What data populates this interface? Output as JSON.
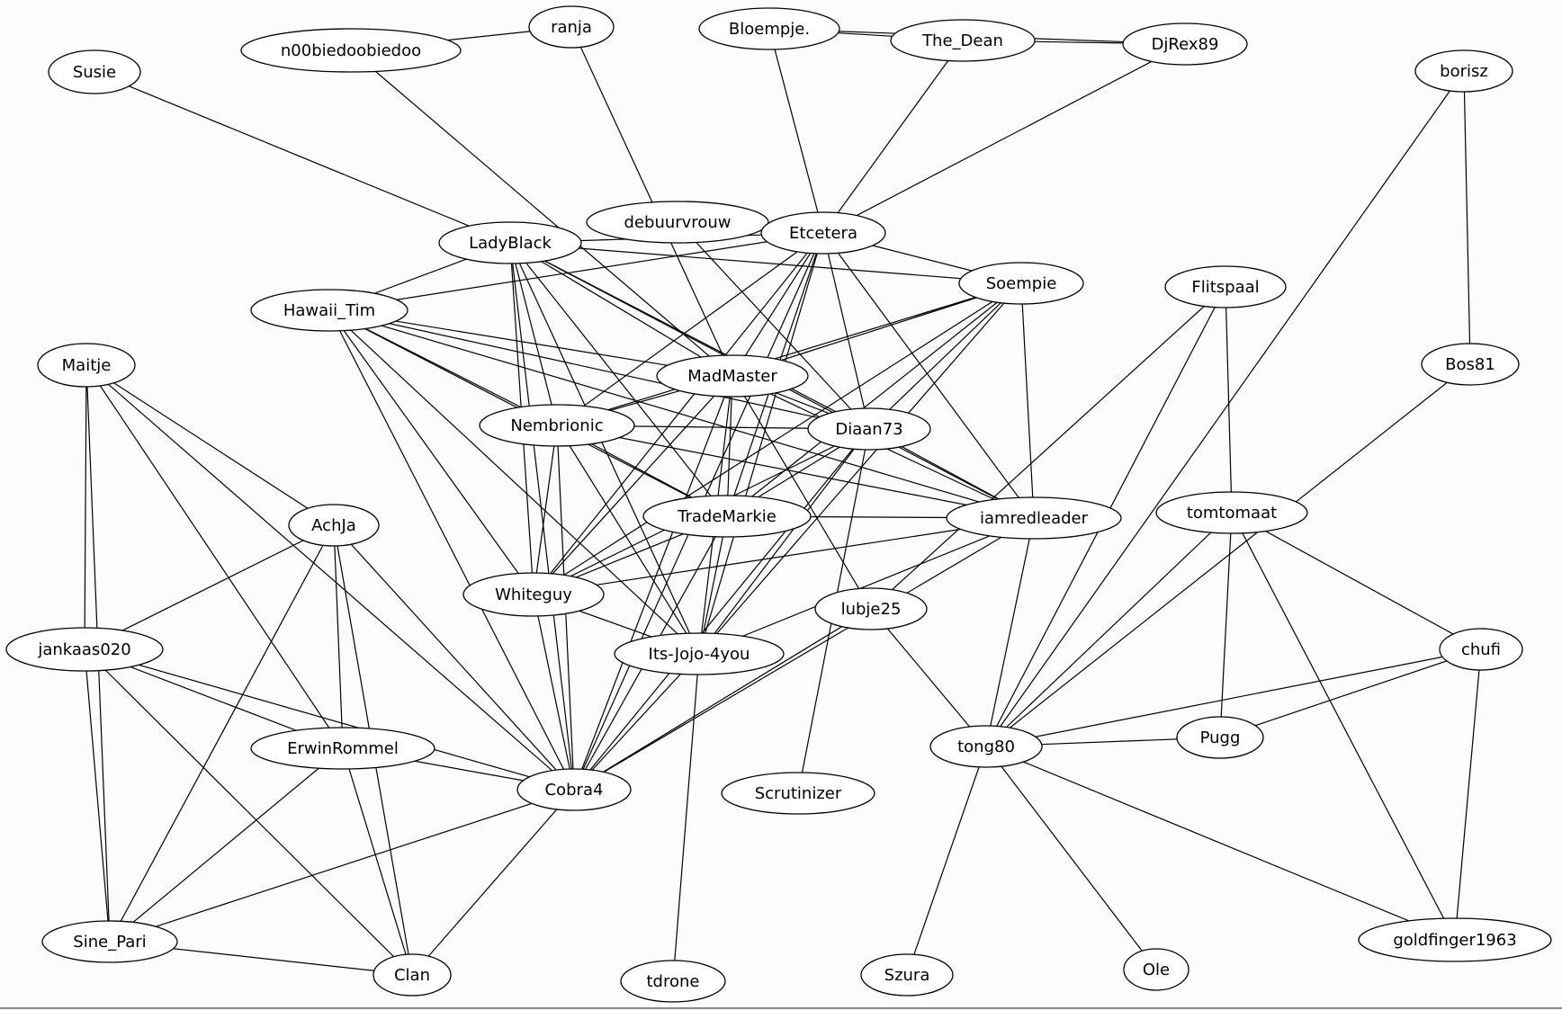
{
  "graph": {
    "nodes": [
      {
        "id": "n00biedoobiedoo",
        "label": "n00biedoobiedoo"
      },
      {
        "id": "ranja",
        "label": "ranja"
      },
      {
        "id": "bloempje",
        "label": "Bloempje."
      },
      {
        "id": "thedean",
        "label": "The_Dean"
      },
      {
        "id": "djrex89",
        "label": "DjRex89"
      },
      {
        "id": "borisz",
        "label": "borisz"
      },
      {
        "id": "susie",
        "label": "Susie"
      },
      {
        "id": "debuurvrouw",
        "label": "debuurvrouw"
      },
      {
        "id": "etcetera",
        "label": "Etcetera"
      },
      {
        "id": "ladyblack",
        "label": "LadyBlack"
      },
      {
        "id": "soempie",
        "label": "Soempie"
      },
      {
        "id": "flitspaal",
        "label": "Flitspaal"
      },
      {
        "id": "hawaiitim",
        "label": "Hawaii_Tim"
      },
      {
        "id": "bos81",
        "label": "Bos81"
      },
      {
        "id": "maitje",
        "label": "Maitje"
      },
      {
        "id": "madmaster",
        "label": "MadMaster"
      },
      {
        "id": "nembrionic",
        "label": "Nembrionic"
      },
      {
        "id": "diaan73",
        "label": "Diaan73"
      },
      {
        "id": "achja",
        "label": "AchJa"
      },
      {
        "id": "trademarkie",
        "label": "TradeMarkie"
      },
      {
        "id": "iamredleader",
        "label": "iamredleader"
      },
      {
        "id": "tomtomaat",
        "label": "tomtomaat"
      },
      {
        "id": "whiteguy",
        "label": "Whiteguy"
      },
      {
        "id": "lubje25",
        "label": "lubje25"
      },
      {
        "id": "jankaas020",
        "label": "jankaas020"
      },
      {
        "id": "itsjojo4you",
        "label": "Its-Jojo-4you"
      },
      {
        "id": "chufi",
        "label": "chufi"
      },
      {
        "id": "erwinrommel",
        "label": "ErwinRommel"
      },
      {
        "id": "tong80",
        "label": "tong80"
      },
      {
        "id": "pugg",
        "label": "Pugg"
      },
      {
        "id": "cobra4",
        "label": "Cobra4"
      },
      {
        "id": "scrutinizer",
        "label": "Scrutinizer"
      },
      {
        "id": "sinepari",
        "label": "Sine_Pari"
      },
      {
        "id": "goldfinger1963",
        "label": "goldfinger1963"
      },
      {
        "id": "clan",
        "label": "Clan"
      },
      {
        "id": "tdrone",
        "label": "tdrone"
      },
      {
        "id": "szura",
        "label": "Szura"
      },
      {
        "id": "ole",
        "label": "Ole"
      }
    ],
    "edges": [
      [
        "n00biedoobiedoo",
        "ranja"
      ],
      [
        "n00biedoobiedoo",
        "madmaster"
      ],
      [
        "ranja",
        "madmaster"
      ],
      [
        "bloempje",
        "thedean"
      ],
      [
        "bloempje",
        "djrex89"
      ],
      [
        "thedean",
        "djrex89"
      ],
      [
        "bloempje",
        "etcetera"
      ],
      [
        "thedean",
        "etcetera"
      ],
      [
        "djrex89",
        "etcetera"
      ],
      [
        "susie",
        "ladyblack"
      ],
      [
        "borisz",
        "bos81"
      ],
      [
        "borisz",
        "tong80"
      ],
      [
        "debuurvrouw",
        "diaan73"
      ],
      [
        "etcetera",
        "ladyblack"
      ],
      [
        "etcetera",
        "hawaiitim"
      ],
      [
        "etcetera",
        "soempie"
      ],
      [
        "etcetera",
        "madmaster"
      ],
      [
        "etcetera",
        "nembrionic"
      ],
      [
        "etcetera",
        "diaan73"
      ],
      [
        "etcetera",
        "trademarkie"
      ],
      [
        "etcetera",
        "iamredleader"
      ],
      [
        "etcetera",
        "itsjojo4you"
      ],
      [
        "etcetera",
        "cobra4"
      ],
      [
        "etcetera",
        "whiteguy"
      ],
      [
        "ladyblack",
        "hawaiitim"
      ],
      [
        "ladyblack",
        "soempie"
      ],
      [
        "ladyblack",
        "madmaster"
      ],
      [
        "ladyblack",
        "nembrionic"
      ],
      [
        "ladyblack",
        "diaan73"
      ],
      [
        "ladyblack",
        "trademarkie"
      ],
      [
        "ladyblack",
        "iamredleader"
      ],
      [
        "ladyblack",
        "itsjojo4you"
      ],
      [
        "ladyblack",
        "cobra4"
      ],
      [
        "ladyblack",
        "whiteguy"
      ],
      [
        "soempie",
        "nembrionic"
      ],
      [
        "soempie",
        "madmaster"
      ],
      [
        "soempie",
        "diaan73"
      ],
      [
        "soempie",
        "trademarkie"
      ],
      [
        "soempie",
        "iamredleader"
      ],
      [
        "soempie",
        "itsjojo4you"
      ],
      [
        "soempie",
        "whiteguy"
      ],
      [
        "hawaiitim",
        "madmaster"
      ],
      [
        "hawaiitim",
        "nembrionic"
      ],
      [
        "hawaiitim",
        "diaan73"
      ],
      [
        "hawaiitim",
        "trademarkie"
      ],
      [
        "hawaiitim",
        "iamredleader"
      ],
      [
        "hawaiitim",
        "whiteguy"
      ],
      [
        "hawaiitim",
        "itsjojo4you"
      ],
      [
        "hawaiitim",
        "cobra4"
      ],
      [
        "madmaster",
        "nembrionic"
      ],
      [
        "madmaster",
        "diaan73"
      ],
      [
        "madmaster",
        "trademarkie"
      ],
      [
        "madmaster",
        "iamredleader"
      ],
      [
        "madmaster",
        "whiteguy"
      ],
      [
        "madmaster",
        "itsjojo4you"
      ],
      [
        "madmaster",
        "cobra4"
      ],
      [
        "madmaster",
        "lubje25"
      ],
      [
        "nembrionic",
        "diaan73"
      ],
      [
        "nembrionic",
        "trademarkie"
      ],
      [
        "nembrionic",
        "iamredleader"
      ],
      [
        "nembrionic",
        "whiteguy"
      ],
      [
        "nembrionic",
        "itsjojo4you"
      ],
      [
        "nembrionic",
        "cobra4"
      ],
      [
        "diaan73",
        "trademarkie"
      ],
      [
        "diaan73",
        "iamredleader"
      ],
      [
        "diaan73",
        "whiteguy"
      ],
      [
        "diaan73",
        "itsjojo4you"
      ],
      [
        "diaan73",
        "cobra4"
      ],
      [
        "diaan73",
        "scrutinizer"
      ],
      [
        "trademarkie",
        "iamredleader"
      ],
      [
        "trademarkie",
        "whiteguy"
      ],
      [
        "trademarkie",
        "itsjojo4you"
      ],
      [
        "trademarkie",
        "cobra4"
      ],
      [
        "iamredleader",
        "whiteguy"
      ],
      [
        "iamredleader",
        "itsjojo4you"
      ],
      [
        "iamredleader",
        "cobra4"
      ],
      [
        "iamredleader",
        "tong80"
      ],
      [
        "whiteguy",
        "itsjojo4you"
      ],
      [
        "whiteguy",
        "cobra4"
      ],
      [
        "itsjojo4you",
        "cobra4"
      ],
      [
        "itsjojo4you",
        "tdrone"
      ],
      [
        "flitspaal",
        "lubje25"
      ],
      [
        "flitspaal",
        "tong80"
      ],
      [
        "flitspaal",
        "tomtomaat"
      ],
      [
        "bos81",
        "tong80"
      ],
      [
        "lubje25",
        "cobra4"
      ],
      [
        "lubje25",
        "tong80"
      ],
      [
        "tomtomaat",
        "tong80"
      ],
      [
        "tomtomaat",
        "chufi"
      ],
      [
        "tomtomaat",
        "pugg"
      ],
      [
        "tomtomaat",
        "goldfinger1963"
      ],
      [
        "chufi",
        "tong80"
      ],
      [
        "chufi",
        "pugg"
      ],
      [
        "chufi",
        "goldfinger1963"
      ],
      [
        "tong80",
        "pugg"
      ],
      [
        "tong80",
        "goldfinger1963"
      ],
      [
        "tong80",
        "szura"
      ],
      [
        "tong80",
        "ole"
      ],
      [
        "maitje",
        "achja"
      ],
      [
        "maitje",
        "jankaas020"
      ],
      [
        "maitje",
        "erwinrommel"
      ],
      [
        "maitje",
        "cobra4"
      ],
      [
        "maitje",
        "sinepari"
      ],
      [
        "achja",
        "jankaas020"
      ],
      [
        "achja",
        "erwinrommel"
      ],
      [
        "achja",
        "cobra4"
      ],
      [
        "achja",
        "sinepari"
      ],
      [
        "achja",
        "clan"
      ],
      [
        "jankaas020",
        "erwinrommel"
      ],
      [
        "jankaas020",
        "cobra4"
      ],
      [
        "jankaas020",
        "sinepari"
      ],
      [
        "jankaas020",
        "clan"
      ],
      [
        "erwinrommel",
        "cobra4"
      ],
      [
        "erwinrommel",
        "sinepari"
      ],
      [
        "erwinrommel",
        "clan"
      ],
      [
        "cobra4",
        "sinepari"
      ],
      [
        "cobra4",
        "clan"
      ],
      [
        "sinepari",
        "clan"
      ]
    ]
  }
}
